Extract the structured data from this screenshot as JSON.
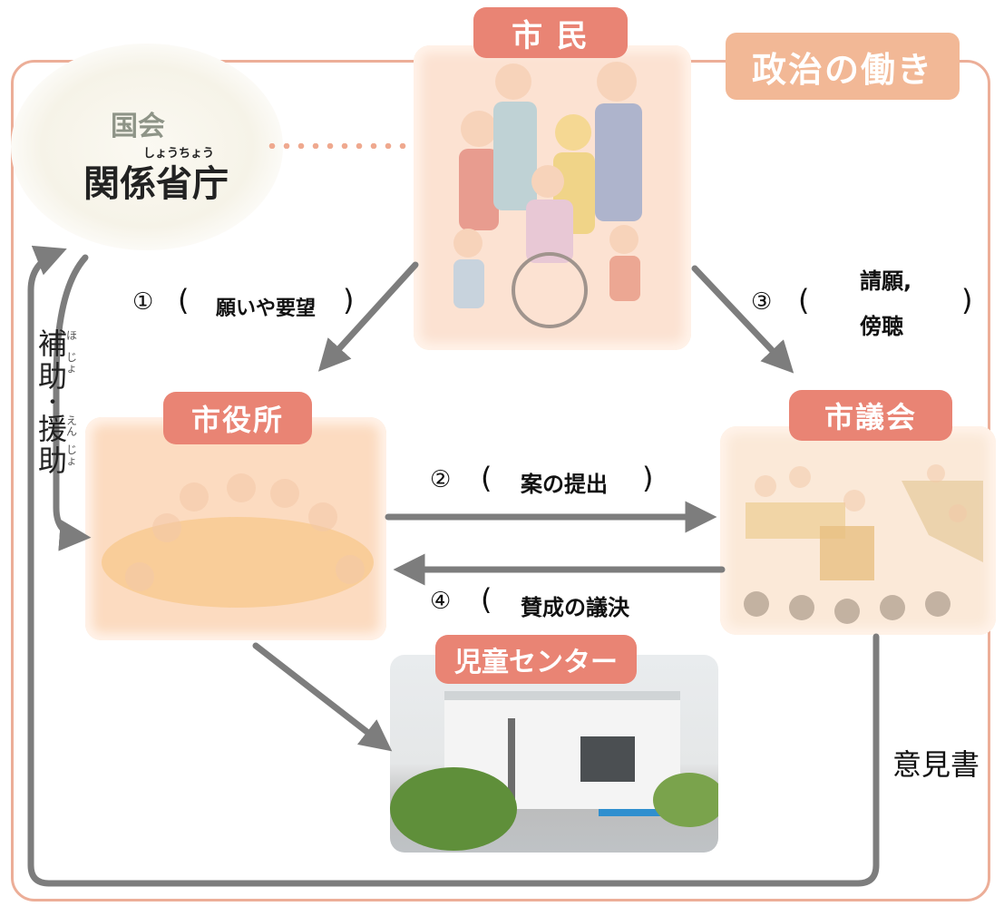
{
  "title": "政治の働き",
  "nodes": {
    "shimin": "市 民",
    "shiyakusho": "市役所",
    "gikai": "市議会",
    "center": "児童センター",
    "kokkai": "国会",
    "shocho": "関係省庁",
    "shocho_ruby": "しょうちょう"
  },
  "support": {
    "chars": [
      "補",
      "助",
      "・",
      "援",
      "助"
    ],
    "ruby_hojo": [
      "ほ",
      "じょ"
    ],
    "ruby_enjo": [
      "えん",
      "じょ"
    ]
  },
  "flows": {
    "f1": {
      "num": "①",
      "open": "(",
      "text": "願いや要望",
      "close": ")"
    },
    "f2": {
      "num": "②",
      "open": "(",
      "text": "案の提出",
      "close": ")"
    },
    "f3": {
      "num": "③",
      "open": "(",
      "text1": "請願,",
      "text2": "傍聴",
      "close": ")"
    },
    "f4": {
      "num": "④",
      "open": "(",
      "text": "賛成の議決"
    }
  },
  "opinion": "意見書",
  "colors": {
    "frame": "#ecae98",
    "pill": "#e98474",
    "title_pill": "#f2b896",
    "arrow": "#7d7d7d",
    "dots": "#efa98f"
  }
}
